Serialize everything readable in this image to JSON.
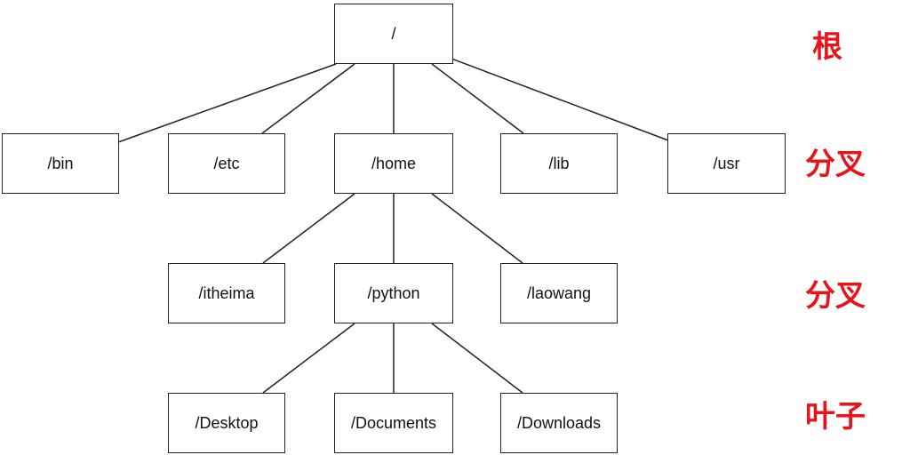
{
  "colors": {
    "label": "#e8141c",
    "node_border": "#222222",
    "edge": "#222222"
  },
  "tree": {
    "root": "/",
    "level1": [
      "/bin",
      "/etc",
      "/home",
      "/lib",
      "/usr"
    ],
    "level2": [
      "/itheima",
      "/python",
      "/laowang"
    ],
    "level3": [
      "/Desktop",
      "/Documents",
      "/Downloads"
    ]
  },
  "labels": {
    "root": "根",
    "branch1": "分叉",
    "branch2": "分叉",
    "leaf": "叶子"
  }
}
